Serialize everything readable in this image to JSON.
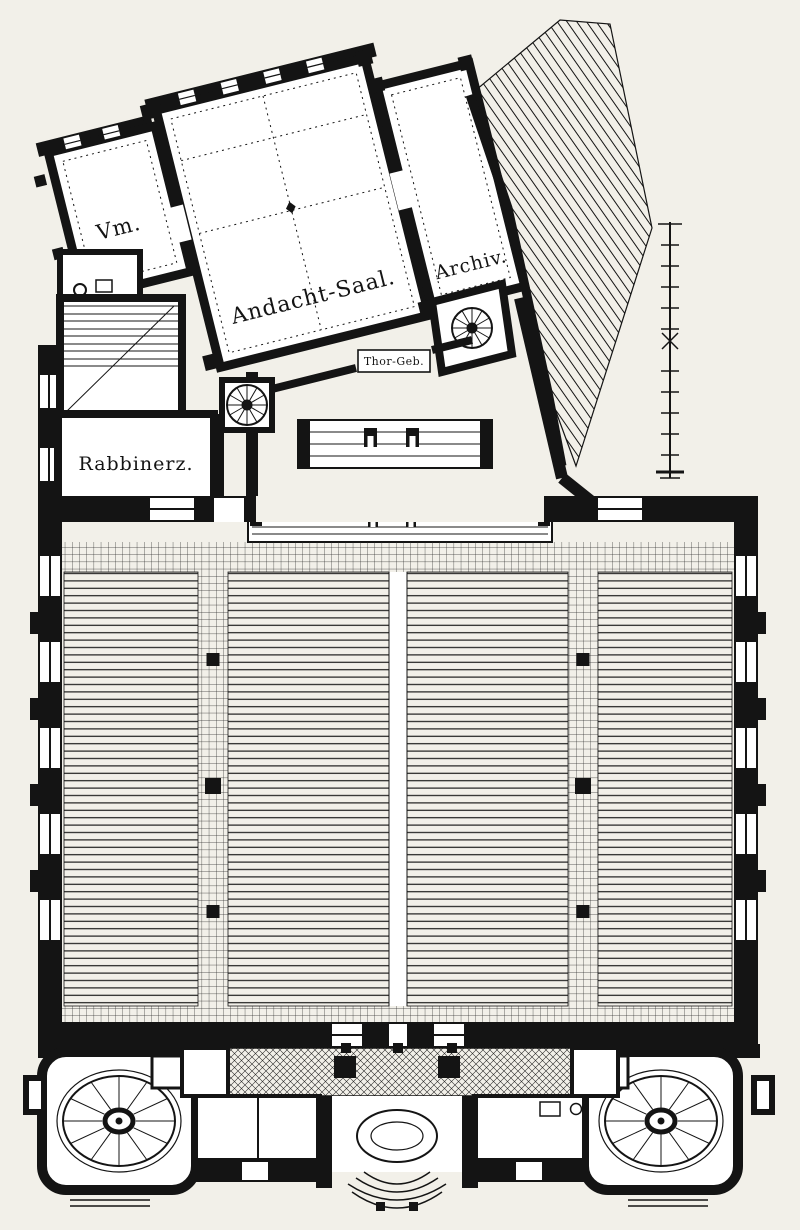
{
  "plan": {
    "labels": {
      "vm": "Vm.",
      "andacht": "Andacht-Saal.",
      "archiv": "Archiv.",
      "rabbinerz": "Rabbinerz.",
      "ark": "Thor-Geb."
    },
    "colors": {
      "paper": "#f2f0e9",
      "ink": "#141414"
    }
  }
}
